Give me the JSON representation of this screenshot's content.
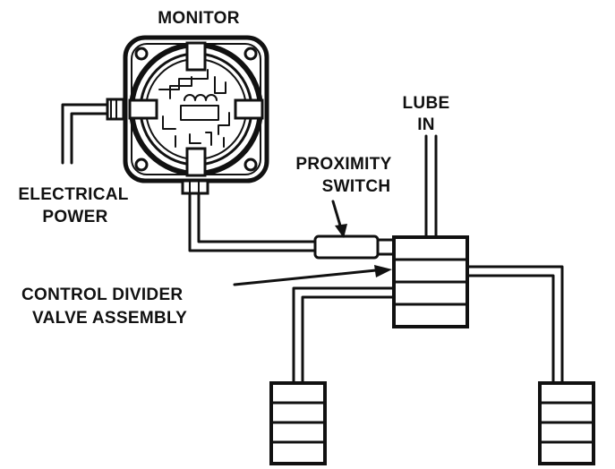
{
  "labels": {
    "monitor": "MONITOR",
    "lube_line1": "LUBE",
    "lube_line2": "IN",
    "proximity_line1": "PROXIMITY",
    "proximity_line2": "SWITCH",
    "electrical_line1": "ELECTRICAL",
    "electrical_line2": "POWER",
    "divider_line1": "CONTROL DIVIDER",
    "divider_line2": "VALVE ASSEMBLY"
  },
  "colors": {
    "ink": "#111111",
    "background": "#ffffff"
  }
}
